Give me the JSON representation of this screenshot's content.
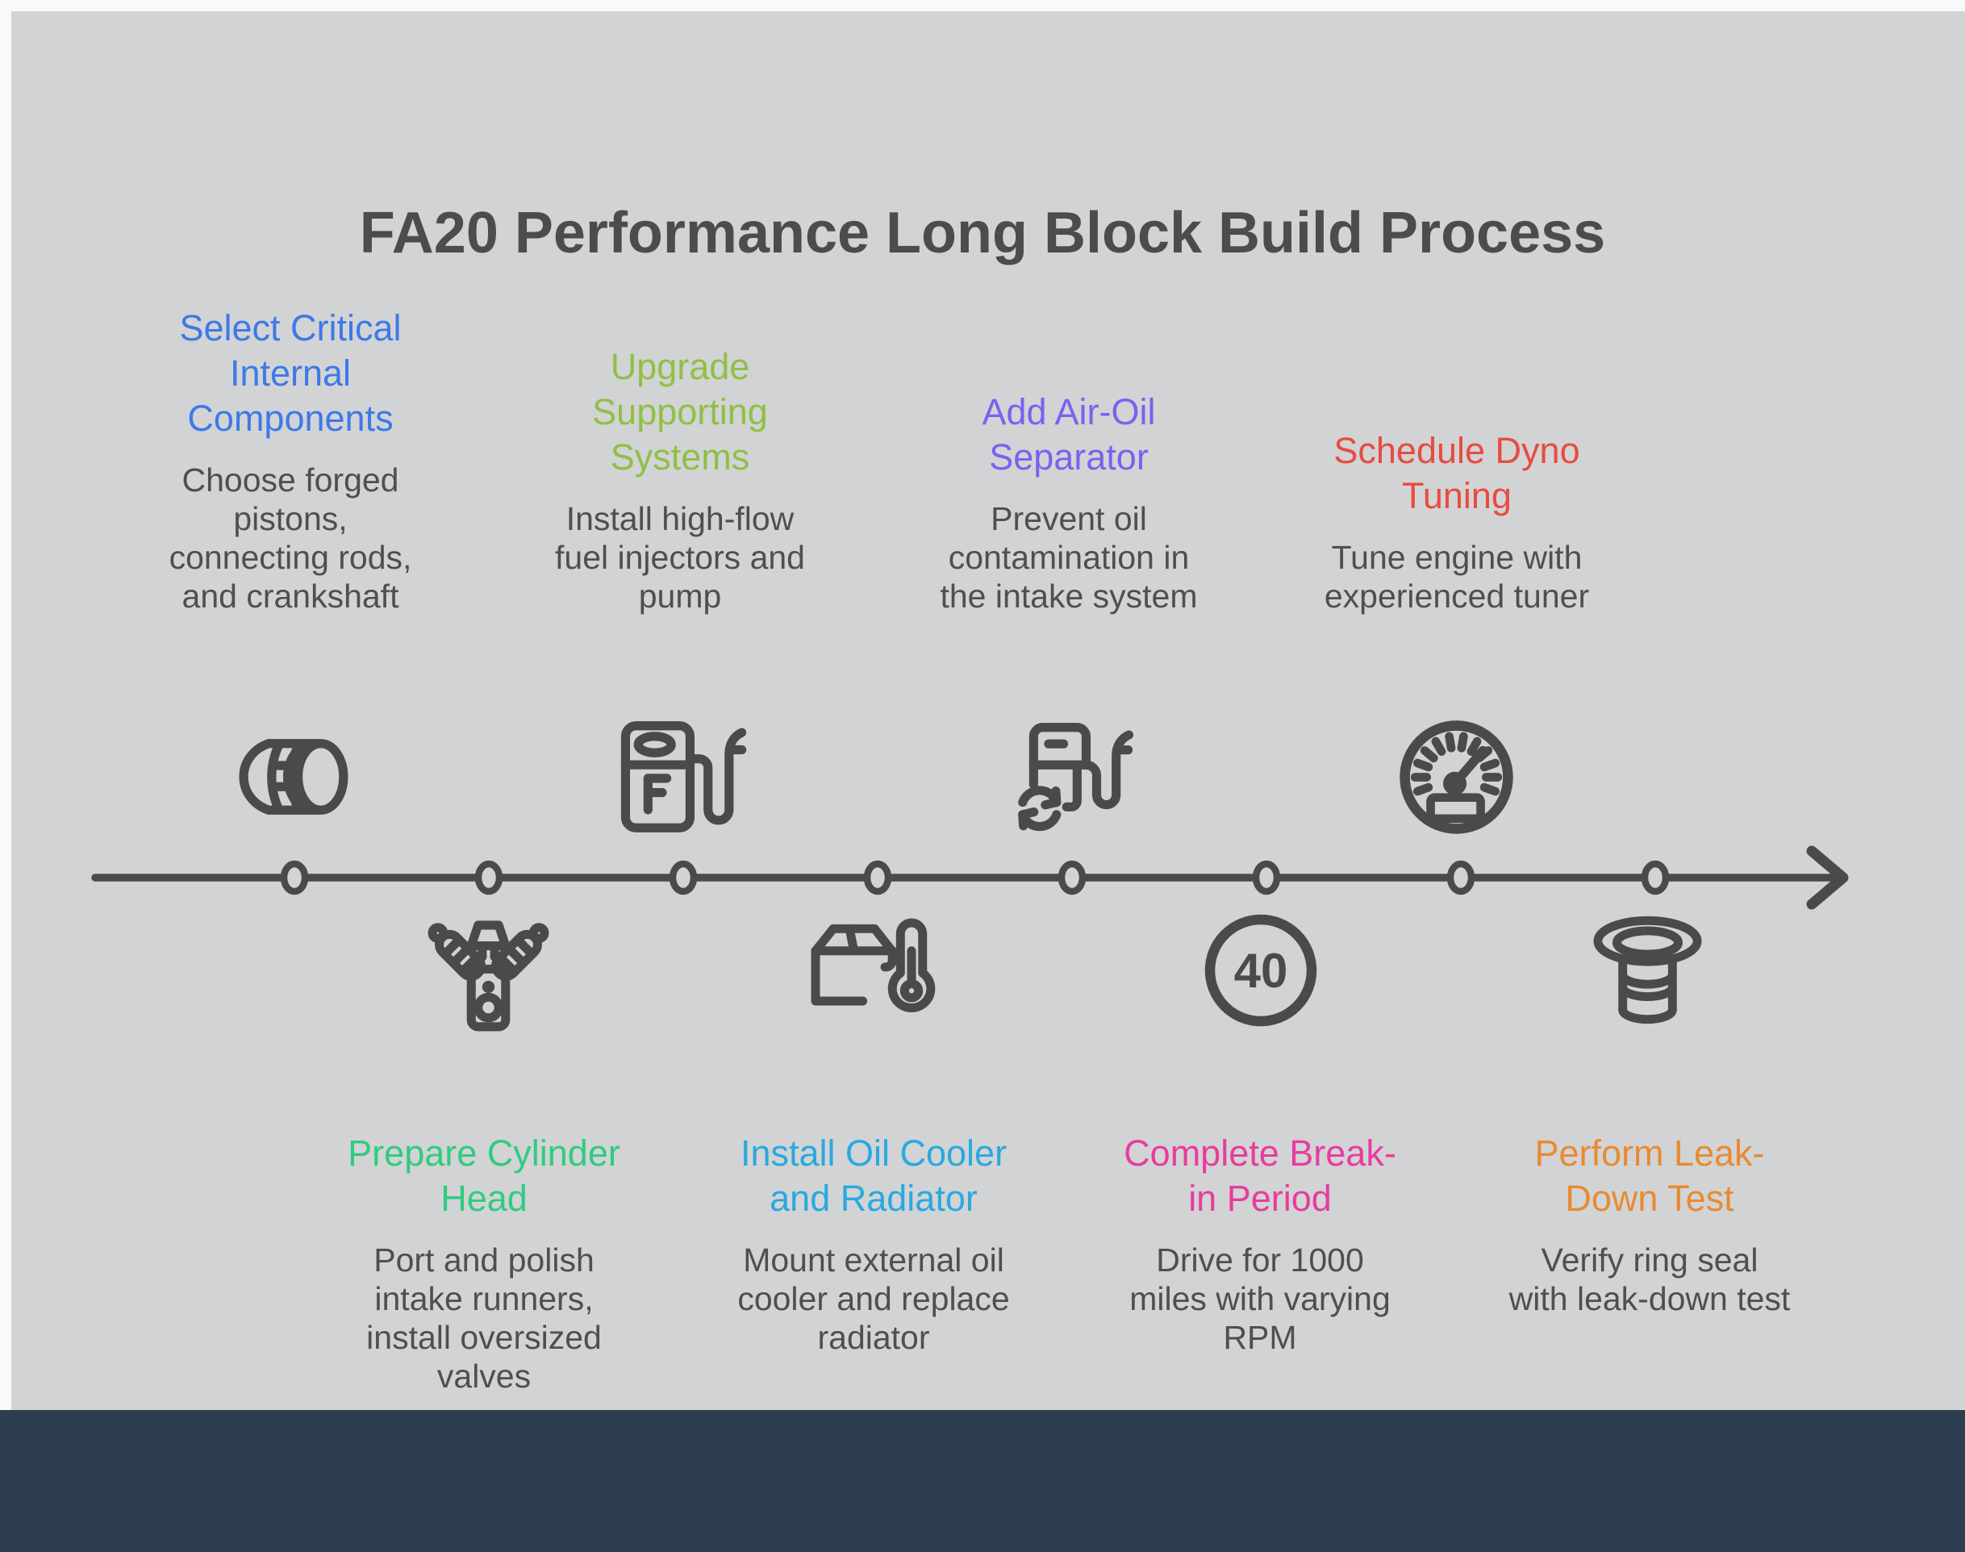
{
  "title": "FA20 Performance Long Block Build Process",
  "colors": {
    "canvas": "#d2d3d4",
    "frame": "#f7f9fb",
    "footer": "#2d3e50",
    "ink": "#4a4a4a",
    "title": "#4c4c4c",
    "text": "#4f4f4f"
  },
  "steps": [
    {
      "label": "Select Critical Internal Components",
      "description": "Choose forged pistons, connecting rods, and crankshaft",
      "color": "#3d79e8",
      "icon": "piston-icon",
      "position": "top"
    },
    {
      "label": "Prepare Cylinder Head",
      "description": "Port and polish intake runners, install oversized valves",
      "color": "#2fcc80",
      "icon": "engine-icon",
      "position": "bottom"
    },
    {
      "label": "Upgrade Supporting Systems",
      "description": "Install high-flow fuel injectors and pump",
      "color": "#8fc046",
      "icon": "fuel-pump-icon",
      "position": "top"
    },
    {
      "label": "Install Oil Cooler and Radiator",
      "description": "Mount external oil cooler and replace radiator",
      "color": "#29a9e0",
      "icon": "car-thermometer-icon",
      "position": "bottom"
    },
    {
      "label": "Add Air-Oil Separator",
      "description": "Prevent oil contamination in the intake system",
      "color": "#7b61f0",
      "icon": "oil-separator-icon",
      "position": "top"
    },
    {
      "label": "Complete Break-in Period",
      "description": "Drive for 1000 miles with varying RPM",
      "color": "#e83c9e",
      "icon": "speed-40-icon",
      "position": "bottom"
    },
    {
      "label": "Schedule Dyno Tuning",
      "description": "Tune engine with experienced tuner",
      "color": "#e74c41",
      "icon": "gauge-icon",
      "position": "top"
    },
    {
      "label": "Perform Leak-Down Test",
      "description": "Verify ring seal with leak-down test",
      "color": "#e78b33",
      "icon": "leak-down-icon",
      "position": "bottom"
    }
  ],
  "speed_badge": "40"
}
